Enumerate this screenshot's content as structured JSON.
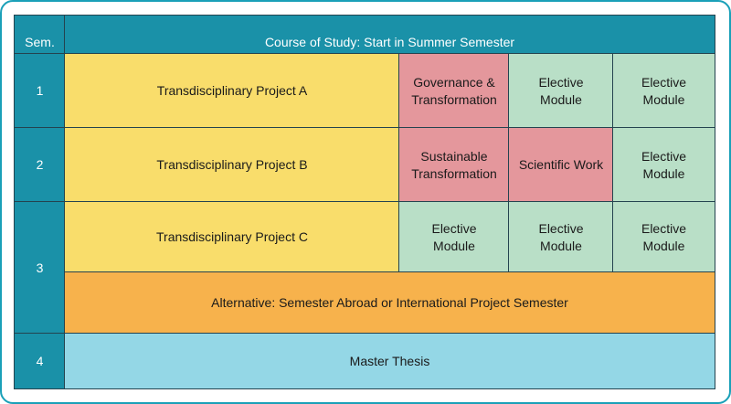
{
  "header": {
    "sem_label": "Sem.",
    "title": "Course of Study: Start in Summer Semester"
  },
  "semesters": [
    "1",
    "2",
    "3",
    "4"
  ],
  "row1": {
    "project": "Transdisciplinary Project A",
    "module1": "Governance &\nTransformation",
    "module2": "Elective\nModule",
    "module3": "Elective\nModule"
  },
  "row2": {
    "project": "Transdisciplinary Project B",
    "module1": "Sustainable\nTransformation",
    "module2": "Scientific Work",
    "module3": "Elective\nModule"
  },
  "row3": {
    "project": "Transdisciplinary Project C",
    "module1": "Elective\nModule",
    "module2": "Elective\nModule",
    "module3": "Elective\nModule",
    "alternative": "Alternative: Semester Abroad or International Project Semester"
  },
  "row4": {
    "thesis": "Master Thesis"
  },
  "colors": {
    "teal": "#1a91a8",
    "project_yellow": "#f9dd6b",
    "core_red": "#e4979c",
    "elective_green": "#b9dfc7",
    "alternative_orange": "#f7b24c",
    "thesis_blue": "#94d7e6"
  }
}
